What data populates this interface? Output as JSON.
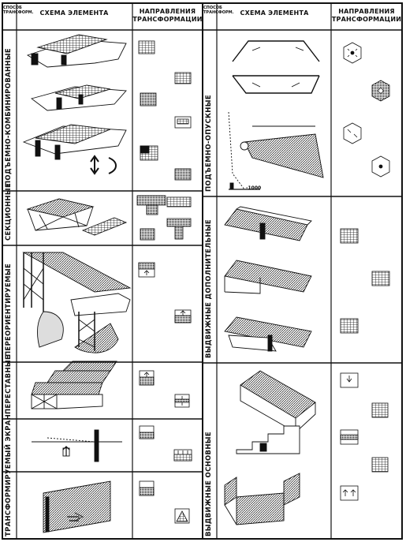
{
  "headers": {
    "method_col": "СПОСОБ ТРАНСФОРМ.",
    "scheme_col": "СХЕМА ЭЛЕМЕНТА",
    "direction_col_line1": "НАПРАВЛЕНИЯ",
    "direction_col_line2": "ТРАНСФОРМАЦИИ"
  },
  "left_rows": [
    "ПОДЪЕМНО-КОМБИНИРОВАННЫЕ",
    "СЕКЦИОННЫЕ",
    "ПЕРЕОРИЕНТИРУЕМЫЕ",
    "ПЕРЕСТАВНЫЕ",
    "ТРАНСФОРМИРУЕМЫЙ ЭКРАН"
  ],
  "right_rows": [
    "ПОДЪЕМНО-ОПУСКНЫЕ",
    "ВЫДВИЖНЫЕ ДОПОЛНИТЕЛЬНЫЕ",
    "ВЫДВИЖНЫЕ ОСНОВНЫЕ"
  ],
  "annotations": {
    "level_mark": "-1000"
  }
}
